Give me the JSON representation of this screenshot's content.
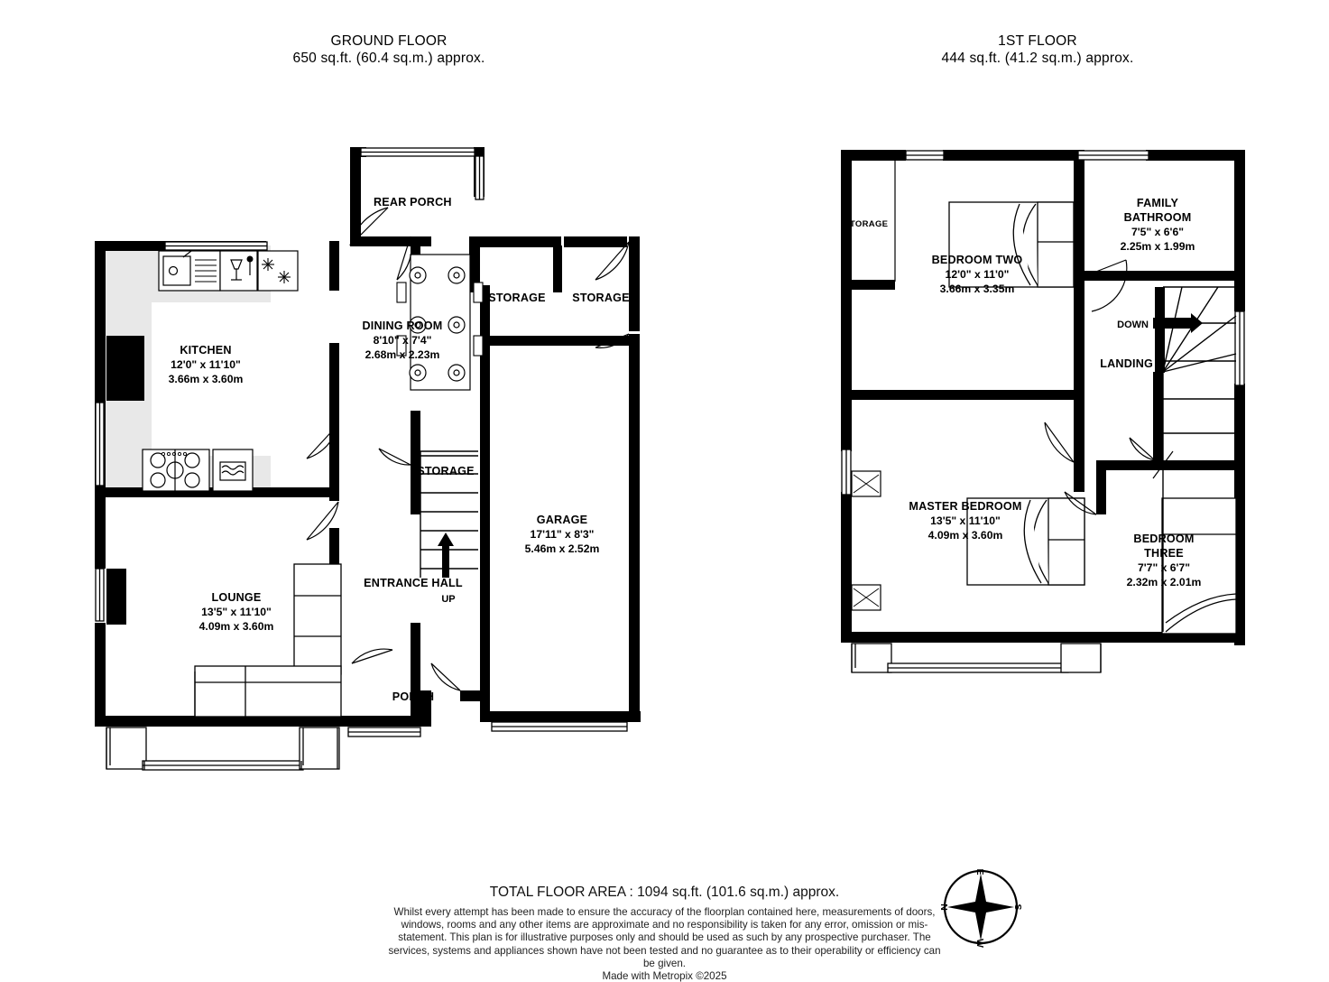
{
  "document": {
    "type": "floorplan",
    "provider": "Metropix",
    "made_with": "Made with Metropix ©2025",
    "total_area": "TOTAL FLOOR AREA : 1094 sq.ft. (101.6 sq.m.) approx.",
    "disclaimer": "Whilst every attempt has been made to ensure the accuracy of the floorplan contained here, measurements of doors, windows, rooms and any other items are approximate and no responsibility is taken for any error, omission or mis-statement. This plan is for illustrative purposes only and should be used as such by any prospective purchaser. The services, systems and appliances shown have not been tested and no guarantee as to their operability or efficiency can be given."
  },
  "floors": [
    {
      "id": "ground",
      "title": "GROUND FLOOR",
      "area": "650 sq.ft. (60.4 sq.m.) approx.",
      "rooms": [
        {
          "id": "rear-porch",
          "name": "REAR PORCH",
          "imperial": "",
          "metric": ""
        },
        {
          "id": "kitchen",
          "name": "KITCHEN",
          "imperial": "12'0\"  x 11'10\"",
          "metric": "3.66m  x 3.60m"
        },
        {
          "id": "dining-room",
          "name": "DINING ROOM",
          "imperial": "8'10\"  x 7'4\"",
          "metric": "2.68m  x 2.23m"
        },
        {
          "id": "storage-1",
          "name": "STORAGE",
          "imperial": "",
          "metric": ""
        },
        {
          "id": "storage-2",
          "name": "STORAGE",
          "imperial": "",
          "metric": ""
        },
        {
          "id": "storage-3",
          "name": "STORAGE",
          "imperial": "",
          "metric": ""
        },
        {
          "id": "garage",
          "name": "GARAGE",
          "imperial": "17'11\"  x 8'3\"",
          "metric": "5.46m  x 2.52m"
        },
        {
          "id": "lounge",
          "name": "LOUNGE",
          "imperial": "13'5\"  x 11'10\"",
          "metric": "4.09m  x 3.60m"
        },
        {
          "id": "entrance-hall",
          "name": "ENTRANCE HALL",
          "imperial": "",
          "metric": ""
        },
        {
          "id": "porch",
          "name": "PORCH",
          "imperial": "",
          "metric": ""
        }
      ],
      "stair_direction": "UP"
    },
    {
      "id": "first",
      "title": "1ST FLOOR",
      "area": "444 sq.ft. (41.2 sq.m.) approx.",
      "rooms": [
        {
          "id": "storage-upper",
          "name": "TORAGE",
          "imperial": "",
          "metric": ""
        },
        {
          "id": "bedroom-two",
          "name": "BEDROOM TWO",
          "imperial": "12'0\"  x 11'0\"",
          "metric": "3.66m  x 3.35m"
        },
        {
          "id": "family-bathroom",
          "name": "FAMILY BATHROOM",
          "name_line1": "FAMILY",
          "name_line2": "BATHROOM",
          "imperial": "7'5\"  x 6'6\"",
          "metric": "2.25m  x 1.99m"
        },
        {
          "id": "landing",
          "name": "LANDING",
          "imperial": "",
          "metric": ""
        },
        {
          "id": "master-bedroom",
          "name": "MASTER BEDROOM",
          "imperial": "13'5\"  x 11'10\"",
          "metric": "4.09m  x 3.60m"
        },
        {
          "id": "bedroom-three",
          "name": "BEDROOM THREE",
          "name_line1": "BEDROOM",
          "name_line2": "THREE",
          "imperial": "7'7\"  x 6'7\"",
          "metric": "2.32m  x 2.01m"
        }
      ],
      "stair_direction": "DOWN"
    }
  ],
  "compass": {
    "north": "N",
    "east": "E",
    "south": "S",
    "west": "W"
  },
  "colors": {
    "wall": "#000000",
    "room_fill": "#ffffff",
    "kitchen_fill": "#e6e6e6",
    "line": "#000000",
    "text": "#000000"
  }
}
